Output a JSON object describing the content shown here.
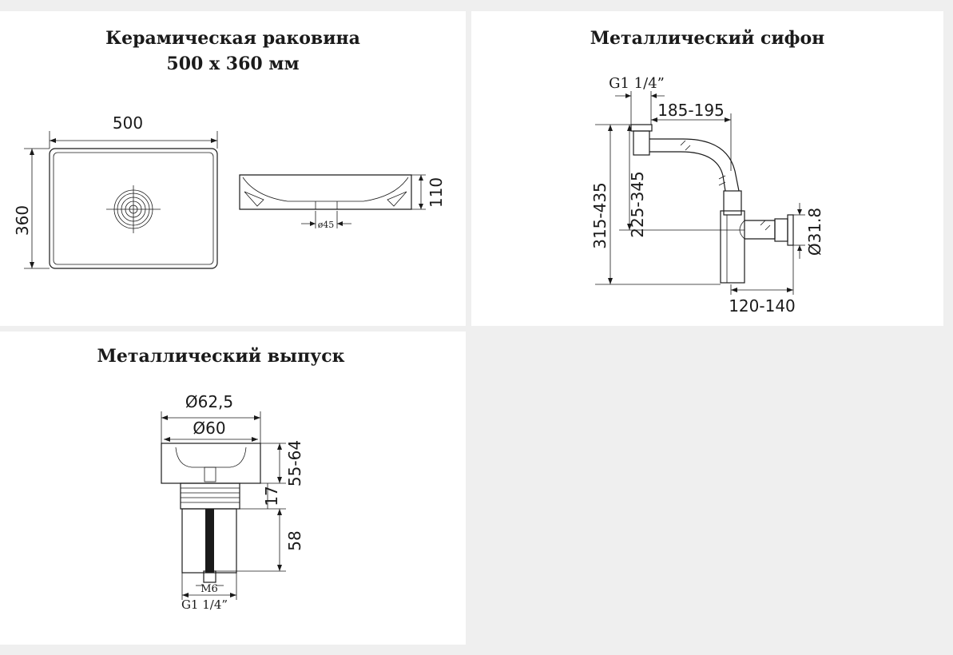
{
  "panels": {
    "basin": {
      "title_line1": "Керамическая раковина",
      "title_line2": "500 х 360 мм",
      "dims": {
        "width": "500",
        "depth": "360",
        "height": "110",
        "drain": "ø45"
      }
    },
    "siphon": {
      "title": "Металлический сифон",
      "dims": {
        "thread": "G1 1/4”",
        "reach": "185-195",
        "total_height": "315-435",
        "inlet_height": "225-345",
        "outlet_dia": "Ø31.8",
        "outlet_offset": "120-140"
      }
    },
    "drain": {
      "title": "Металлический выпуск",
      "dims": {
        "outer_dia": "Ø62,5",
        "inner_dia": "Ø60",
        "range": "55-64",
        "collar": "17",
        "length": "58",
        "bolt": "M6",
        "thread": "G1 1/4”"
      }
    }
  }
}
